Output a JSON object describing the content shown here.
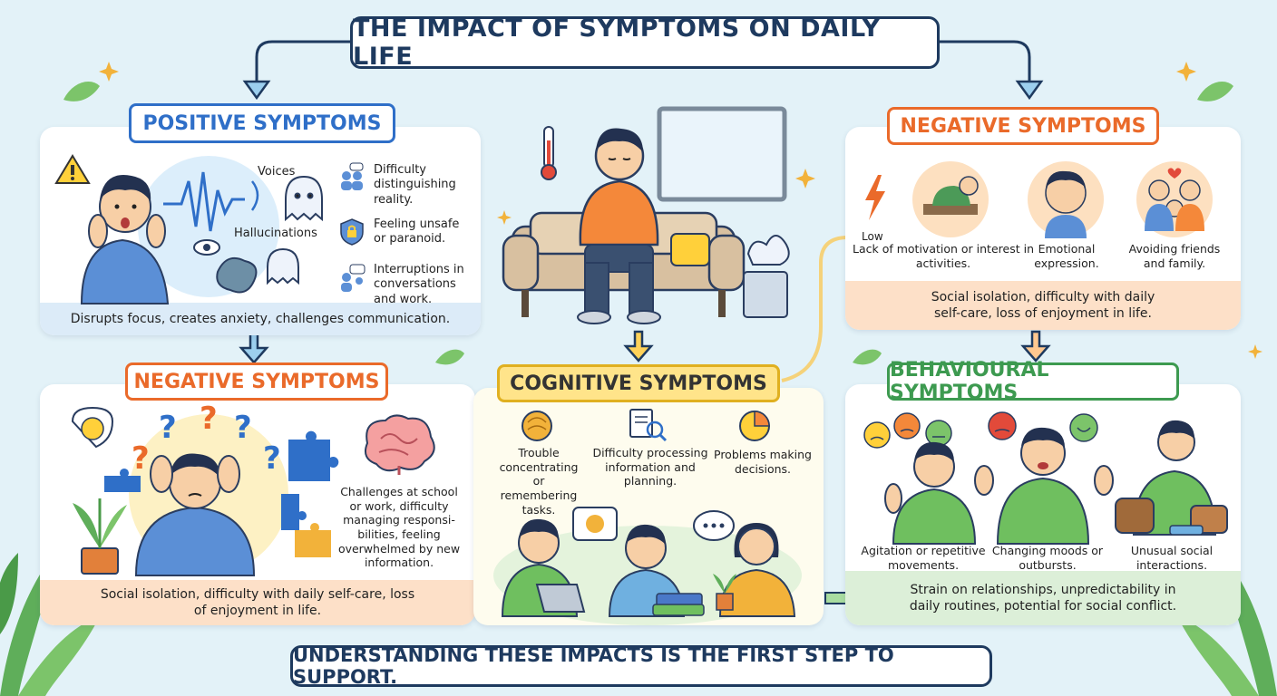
{
  "title": "THE IMPACT OF SYMPTOMS ON DAILY LIFE",
  "footer": "UNDERSTANDING THESE IMPACTS IS THE FIRST STEP TO SUPPORT.",
  "positive": {
    "header": "POSITIVE SYMPTOMS",
    "voices": "Voices",
    "hallucinations": "Hallucinations",
    "bullets": [
      "Difficulty distinguishing reality.",
      "Feeling unsafe or paranoid.",
      "Interruptions in conversations and work."
    ],
    "summary": "Disrupts focus, creates anxiety, challenges communication."
  },
  "negative_top": {
    "header": "NEGATIVE SYMPTOMS",
    "items": [
      "Lack of motivation or interest in activities.",
      "Emotional expression.",
      "Avoiding friends and family."
    ],
    "low_label": "Low",
    "summary": "Social isolation, difficulty with daily self-care, loss of enjoyment in life."
  },
  "negative_bottom": {
    "header": "NEGATIVE SYMPTOMS",
    "description": "Challenges at school or work, difficulty managing responsi-bilities, feeling overwhelmed by new information.",
    "summary": "Social isolation, difficulty with daily self-care, loss of enjoyment in life."
  },
  "cognitive": {
    "header": "COGNITIVE SYMPTOMS",
    "items": [
      "Trouble concentrating or remembering tasks.",
      "Difficulty processing information and planning.",
      "Problems making decisions."
    ]
  },
  "behavioural": {
    "header": "BEHAVIOURAL SYMPTOMS",
    "items": [
      "Agitation or repetitive movements.",
      "Changing moods or outbursts.",
      "Unusual social interactions."
    ],
    "summary": "Strain on relationships, unpredictability in daily routines, potential for social conflict."
  },
  "colors": {
    "blue": "#2f6fc8",
    "orange": "#ea6a2a",
    "yellow": "#ffe48a",
    "green": "#3d9a50",
    "navy": "#1e3a5f"
  }
}
